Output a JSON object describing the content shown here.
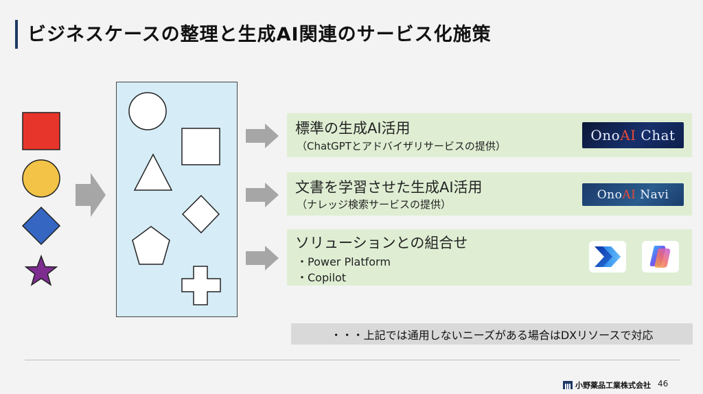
{
  "slide": {
    "title": "ビジネスケースの整理と生成AI関連のサービス化施策",
    "page_number": "46",
    "company": "小野薬品工業株式会社"
  },
  "input_shapes": [
    "square",
    "circle",
    "diamond",
    "star"
  ],
  "input_colors": {
    "square": "#e8352b",
    "circle": "#f2c347",
    "diamond": "#3466c2",
    "star": "#7c2d8f"
  },
  "panel_shapes": [
    "circle",
    "square",
    "triangle",
    "diamond",
    "pentagon",
    "cross"
  ],
  "rows": [
    {
      "title": "標準の生成AI活用",
      "subtitle": "（ChatGPTとアドバイザリサービスの提供）",
      "logo_text": "OnoAI Chat",
      "logo_prefix": "Ono",
      "logo_ai": "AI",
      "logo_suffix": " Chat"
    },
    {
      "title": "文書を学習させた生成AI活用",
      "subtitle": "（ナレッジ検索サービスの提供）",
      "logo_text": "OnoAI Navi",
      "logo_prefix": "Ono",
      "logo_ai": "AI",
      "logo_suffix": " Navi"
    },
    {
      "title": "ソリューションとの組合せ",
      "bullets": [
        "・Power Platform",
        "・Copilot"
      ],
      "icons": [
        "power-automate-icon",
        "copilot-icon"
      ]
    }
  ],
  "footnote": "・・・上記では通用しないニーズがある場合はDXリソースで対応",
  "colors": {
    "title_bar": "#1f3864",
    "row_bg": "#dfeed3",
    "panel_bg": "#d6ecf7",
    "arrow": "#a6a6a6",
    "footnote_bg": "#d9d9d9"
  }
}
